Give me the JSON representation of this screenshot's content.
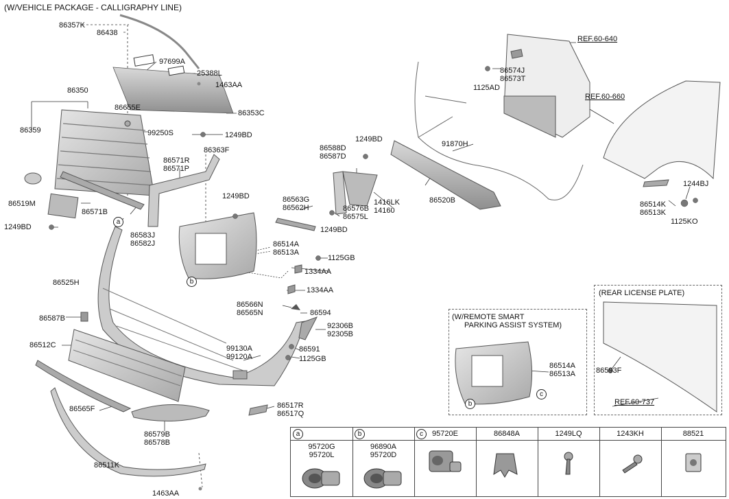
{
  "header": {
    "package": "(W/VEHICLE PACKAGE - CALLIGRAPHY LINE)"
  },
  "callouts": {
    "c86357K": "86357K",
    "c86438": "86438",
    "c97699A": "97699A",
    "c25388L": "25388L",
    "c1463AA_top": "1463AA",
    "c86350": "86350",
    "c86655E": "86655E",
    "c86353C": "86353C",
    "c86359": "86359",
    "c99250S": "99250S",
    "c1249BD_a": "1249BD",
    "c86363F": "86363F",
    "c86571R": "86571R",
    "c86571P": "86571P",
    "c86519M": "86519M",
    "c86571B": "86571B",
    "c1249BD_b": "1249BD",
    "c1249BD_c": "1249BD",
    "c86583J": "86583J",
    "c86582J": "86582J",
    "c86525H": "86525H",
    "c86514A": "86514A",
    "c86513A": "86513A",
    "c1125GB_a": "1125GB",
    "c1334AA_a": "1334AA",
    "c86563G": "86563G",
    "c86562H": "86562H",
    "c1249BD_d": "1249BD",
    "c86588D": "86588D",
    "c86587D": "86587D",
    "c1249BD_e": "1249BD",
    "c86576B": "86576B",
    "c86575L": "86575L",
    "c1416LK": "1416LK",
    "c14160": "14160",
    "c91870H": "91870H",
    "c86520B": "86520B",
    "c1334AA_b": "1334AA",
    "c86566N": "86566N",
    "c86565N": "86565N",
    "c86594": "86594",
    "c92306B": "92306B",
    "c92305B": "92305B",
    "c86587B": "86587B",
    "c86512C": "86512C",
    "c99130A": "99130A",
    "c99120A": "99120A",
    "c86591": "86591",
    "c1125GB_b": "1125GB",
    "c86565F": "86565F",
    "c86579B": "86579B",
    "c86578B": "86578B",
    "c86517R": "86517R",
    "c86517Q": "86517Q",
    "c86511K": "86511K",
    "c1463AA_bot": "1463AA",
    "ref640": "REF.60-640",
    "c86574J": "86574J",
    "c86573T": "86573T",
    "c1125AD": "1125AD",
    "ref660": "REF.60-660",
    "c1244BJ": "1244BJ",
    "c86514K": "86514K",
    "c86513K": "86513K",
    "c1125KO": "1125KO",
    "c86514A_b": "86514A",
    "c86513A_b": "86513A",
    "c86593F": "86593F",
    "ref737": "REF.60-737"
  },
  "markers": {
    "a": "a",
    "b": "b",
    "c": "c"
  },
  "boxes": {
    "remote_line1": "(W/REMOTE SMART",
    "remote_line2": "PARKING ASSIST SYSTEM)",
    "rear_plate": "(REAR LICENSE PLATE)"
  },
  "legend": [
    {
      "marker": "a",
      "header": "",
      "parts": [
        "95720G",
        "95720L"
      ],
      "icon": "sensor-icon"
    },
    {
      "marker": "b",
      "header": "",
      "parts": [
        "96890A",
        "95720D"
      ],
      "icon": "sensor-icon"
    },
    {
      "marker": "c",
      "header": "95720E",
      "parts": [],
      "icon": "sensor-bracket-icon"
    },
    {
      "marker": "",
      "header": "86848A",
      "parts": [],
      "icon": "clip-icon"
    },
    {
      "marker": "",
      "header": "1249LQ",
      "parts": [],
      "icon": "screw-icon"
    },
    {
      "marker": "",
      "header": "1243KH",
      "parts": [],
      "icon": "bolt-icon"
    },
    {
      "marker": "",
      "header": "88521",
      "parts": [],
      "icon": "nut-icon"
    }
  ]
}
